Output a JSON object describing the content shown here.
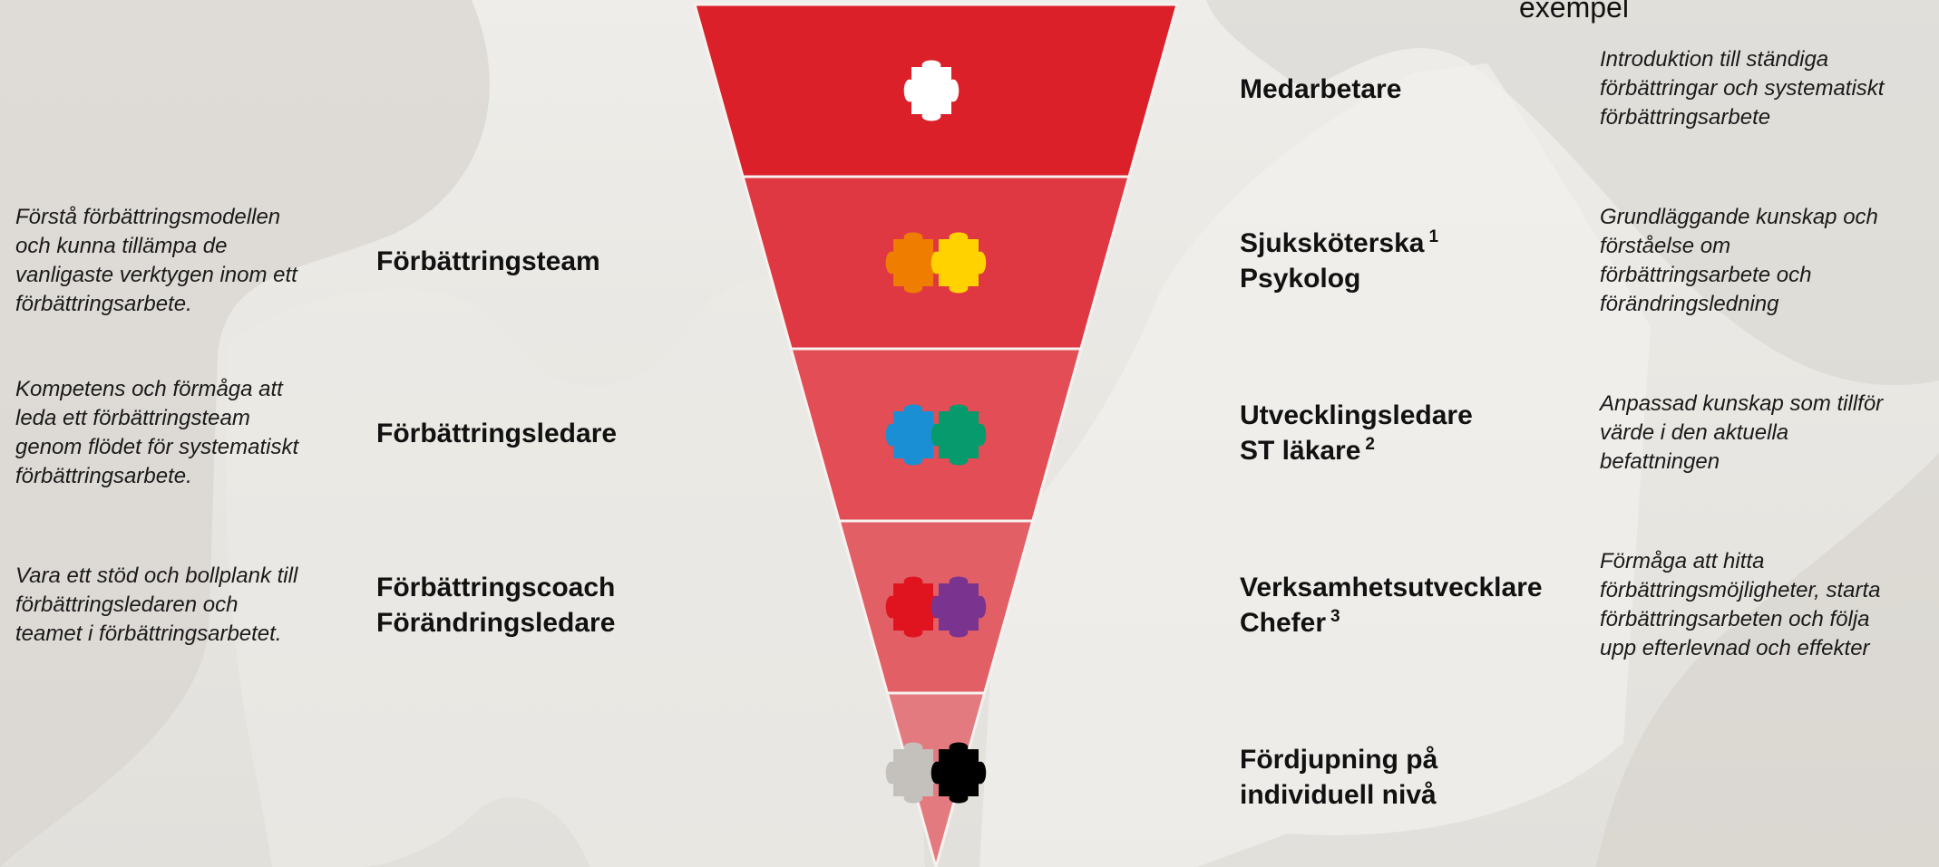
{
  "header": {
    "right_label": "exempel"
  },
  "colors": {
    "level1": "#dc2029",
    "level2": "#e03843",
    "level3": "#e24d56",
    "level4": "#e25f66",
    "level5": "#e37a7f",
    "puzzle_white": "#ffffff",
    "puzzle_orange": "#ee7d00",
    "puzzle_yellow": "#ffd200",
    "puzzle_blue": "#1a8fd4",
    "puzzle_green": "#069a6c",
    "puzzle_red": "#e0141f",
    "puzzle_purple": "#7a3490",
    "puzzle_gray": "#c4c1bd",
    "puzzle_black": "#000000"
  },
  "levels": [
    {
      "left_title": [],
      "left_desc": [],
      "right_roles": [
        "Medarbetare"
      ],
      "right_sup": "",
      "right_desc": [
        "Introduktion till ständiga",
        "förbättringar och systematiskt",
        "förbättringsarbete"
      ],
      "pieces": [
        "puzzle-white-icon"
      ]
    },
    {
      "left_title": [
        "Förbättringsteam"
      ],
      "left_desc": [
        "Förstå förbättringsmodellen",
        "och kunna tillämpa de",
        "vanligaste verktygen inom ett",
        "förbättringsarbete."
      ],
      "right_roles": [
        "Sjuksköterska",
        "Psykolog"
      ],
      "right_sup": "1",
      "right_desc": [
        "Grundläggande kunskap och",
        "förståelse om",
        "förbättringsarbete och",
        "förändringsledning"
      ],
      "pieces": [
        "puzzle-orange-icon",
        "puzzle-yellow-icon"
      ]
    },
    {
      "left_title": [
        "Förbättringsledare"
      ],
      "left_desc": [
        "Kompetens och förmåga att",
        "leda ett förbättringsteam",
        "genom flödet för systematiskt",
        "förbättringsarbete."
      ],
      "right_roles": [
        "Utvecklingsledare",
        "ST läkare"
      ],
      "right_sup": "2",
      "right_desc": [
        "Anpassad kunskap som tillför",
        "värde i den aktuella",
        "befattningen"
      ],
      "pieces": [
        "puzzle-blue-icon",
        "puzzle-green-icon"
      ]
    },
    {
      "left_title": [
        "Förbättringscoach",
        "Förändringsledare"
      ],
      "left_desc": [
        "Vara ett stöd och bollplank till",
        "förbättringsledaren och",
        "teamet i förbättringsarbetet."
      ],
      "right_roles": [
        "Verksamhetsutvecklare",
        "Chefer"
      ],
      "right_sup": "3",
      "right_desc": [
        "Förmåga att hitta",
        "förbättringsmöjligheter, starta",
        "förbättringsarbeten och följa",
        "upp efterlevnad och effekter"
      ],
      "pieces": [
        "puzzle-red-icon",
        "puzzle-purple-icon"
      ]
    },
    {
      "left_title": [],
      "left_desc": [],
      "right_roles": [
        "Fördjupning på",
        "individuell nivå"
      ],
      "right_sup": "",
      "right_desc": [],
      "pieces": [
        "puzzle-gray-icon",
        "puzzle-black-icon"
      ]
    }
  ]
}
